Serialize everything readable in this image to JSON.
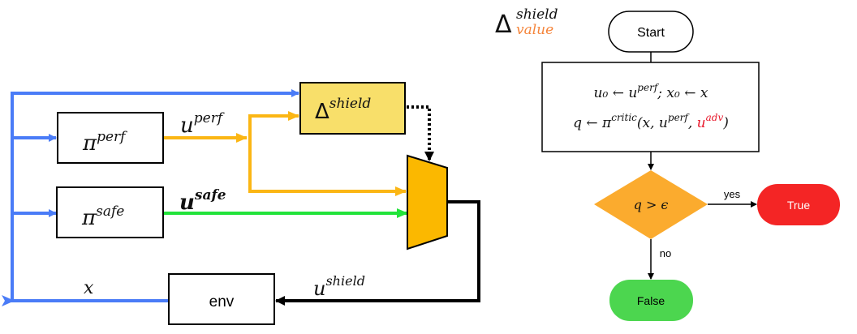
{
  "left_diagram": {
    "blocks": {
      "pi_perf": {
        "base": "π",
        "sup": "perf"
      },
      "pi_safe": {
        "base": "π",
        "sup": "safe"
      },
      "delta_shield": {
        "base": "Δ",
        "sup": "shield"
      },
      "env": {
        "label": "env"
      }
    },
    "signals": {
      "u_perf": {
        "base": "u",
        "sup": "perf"
      },
      "u_safe": {
        "base": "u",
        "sup": "safe"
      },
      "u_shield": {
        "base": "u",
        "sup": "shield"
      },
      "x": {
        "label": "x"
      }
    },
    "colors": {
      "state": "#4a7cf7",
      "perf": "#fbb614",
      "safe": "#22e33a",
      "shield_fill": "#f8df6a",
      "mux_fill": "#fbb800",
      "wire": "#000000"
    }
  },
  "right_diagram": {
    "title": {
      "base": "Δ",
      "sup": "shield",
      "sub": "value"
    },
    "title_sub_color": "#f5843a",
    "start": {
      "label": "Start"
    },
    "process": {
      "line1": "u₀ ← u",
      "line1_sup": "perf",
      "line1_rest": "; x₀ ← x",
      "line2": "q ← π",
      "line2_sup": "critic",
      "line2_args": "(x, u",
      "line2_args_sup": "perf",
      "line2_adv": "u",
      "line2_adv_sup": "adv",
      "line2_close": ")",
      "adv_color": "#e8192c"
    },
    "decision": {
      "label": "q > ϵ",
      "color": "#fbab2e"
    },
    "yes_label": "yes",
    "no_label": "no",
    "true_node": {
      "label": "True",
      "color": "#f42525"
    },
    "false_node": {
      "label": "False",
      "color": "#4cd64f"
    }
  }
}
